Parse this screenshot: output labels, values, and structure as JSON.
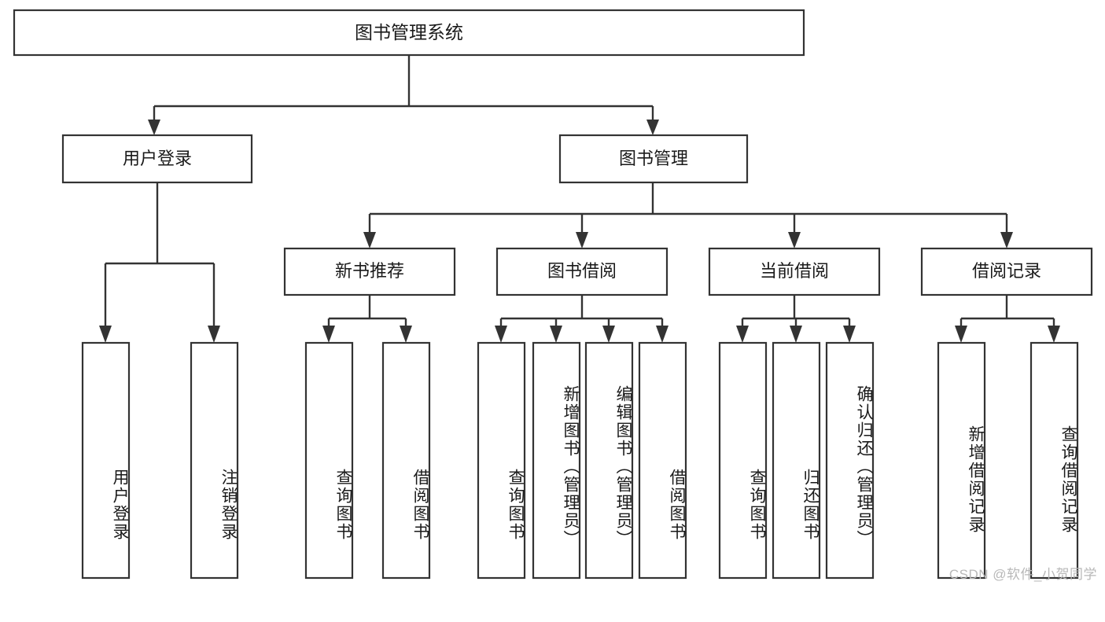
{
  "diagram": {
    "type": "tree",
    "orientation": "top-down",
    "root": {
      "id": "root",
      "label": "图书管理系统"
    },
    "level1": [
      {
        "id": "user-login",
        "label": "用户登录"
      },
      {
        "id": "book-manage",
        "label": "图书管理"
      }
    ],
    "level2": [
      {
        "id": "new-book-rec",
        "label": "新书推荐",
        "parent": "book-manage"
      },
      {
        "id": "book-borrow",
        "label": "图书借阅",
        "parent": "book-manage"
      },
      {
        "id": "current-borrow",
        "label": "当前借阅",
        "parent": "book-manage"
      },
      {
        "id": "borrow-record",
        "label": "借阅记录",
        "parent": "book-manage"
      }
    ],
    "leaves": [
      {
        "id": "leaf-user-login",
        "label": "用户登录",
        "parent": "user-login"
      },
      {
        "id": "leaf-user-logout",
        "label": "注销登录",
        "parent": "user-login"
      },
      {
        "id": "leaf-query-book-1",
        "label": "查询图书",
        "parent": "new-book-rec"
      },
      {
        "id": "leaf-borrow-book-1",
        "label": "借阅图书",
        "parent": "new-book-rec"
      },
      {
        "id": "leaf-query-book-2",
        "label": "查询图书",
        "parent": "book-borrow"
      },
      {
        "id": "leaf-add-book",
        "label": "新增图书（管理员）",
        "parent": "book-borrow"
      },
      {
        "id": "leaf-edit-book",
        "label": "编辑图书（管理员）",
        "parent": "book-borrow"
      },
      {
        "id": "leaf-borrow-book-2",
        "label": "借阅图书",
        "parent": "book-borrow"
      },
      {
        "id": "leaf-query-book-3",
        "label": "查询图书",
        "parent": "current-borrow"
      },
      {
        "id": "leaf-return-book",
        "label": "归还图书",
        "parent": "current-borrow"
      },
      {
        "id": "leaf-confirm-return",
        "label": "确认归还（管理员）",
        "parent": "current-borrow"
      },
      {
        "id": "leaf-add-record",
        "label": "新增借阅记录",
        "parent": "borrow-record"
      },
      {
        "id": "leaf-query-record",
        "label": "查询借阅记录",
        "parent": "borrow-record"
      }
    ],
    "colors": {
      "box_stroke": "#333333",
      "box_fill": "#ffffff",
      "text": "#1a1a1a",
      "connector": "#333333",
      "background": "#ffffff",
      "watermark": "#b8b8b8"
    }
  },
  "watermark": {
    "text": "CSDN @软件_小贺同学"
  }
}
